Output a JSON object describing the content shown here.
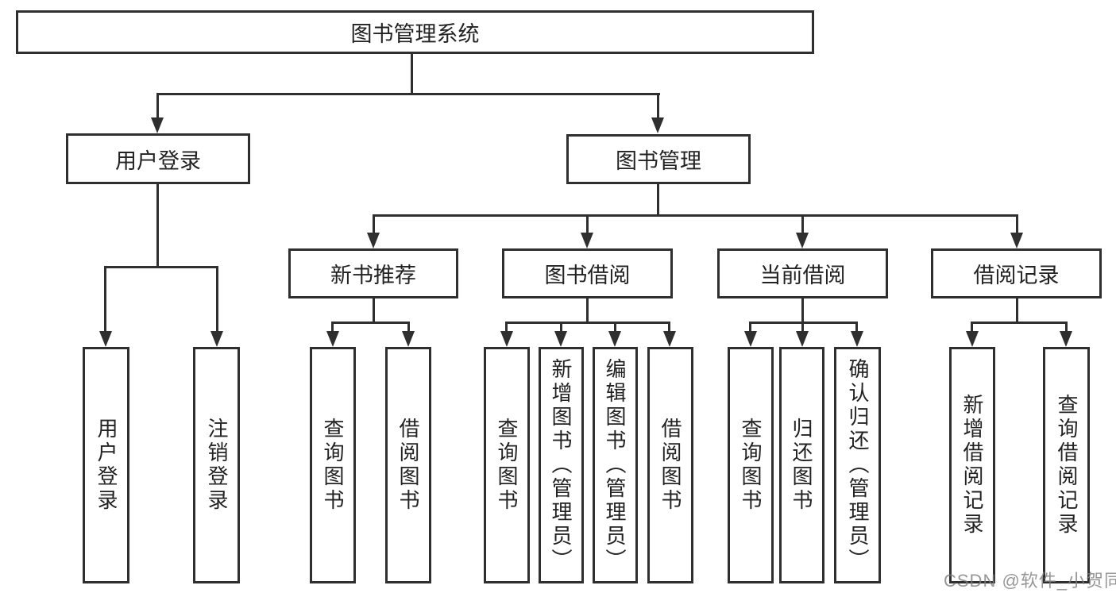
{
  "tree": {
    "label": "图书管理系统",
    "children": [
      {
        "label": "用户登录",
        "children": [
          {
            "label": "用户登录"
          },
          {
            "label": "注销登录"
          }
        ]
      },
      {
        "label": "图书管理",
        "children": [
          {
            "label": "新书推荐",
            "children": [
              {
                "label": "查询图书"
              },
              {
                "label": "借阅图书"
              }
            ]
          },
          {
            "label": "图书借阅",
            "children": [
              {
                "label": "查询图书"
              },
              {
                "label": "新增图书（管理员）"
              },
              {
                "label": "编辑图书（管理员）"
              },
              {
                "label": "借阅图书"
              }
            ]
          },
          {
            "label": "当前借阅",
            "children": [
              {
                "label": "查询图书"
              },
              {
                "label": "归还图书"
              },
              {
                "label": "确认归还（管理员）"
              }
            ]
          },
          {
            "label": "借阅记录",
            "children": [
              {
                "label": "新增借阅记录"
              },
              {
                "label": "查询借阅记录"
              }
            ]
          }
        ]
      }
    ]
  },
  "watermark": "CSDN @软件_小贺同学",
  "colors": {
    "line": "#2f2f2f",
    "text": "#222222",
    "background": "#ffffff",
    "watermark": "#7d7d7d"
  }
}
